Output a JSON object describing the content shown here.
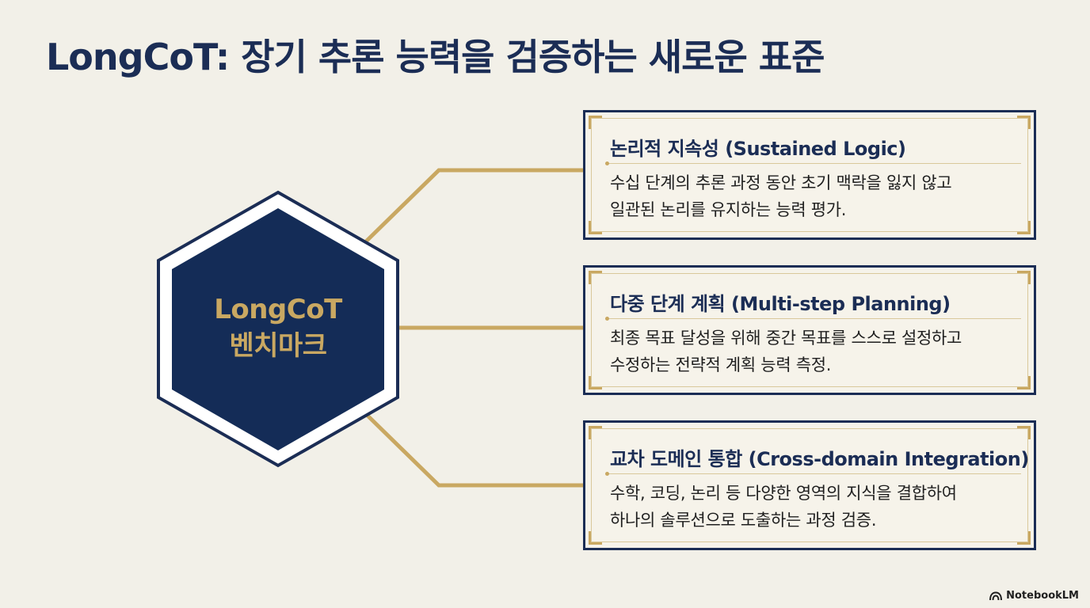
{
  "title": "LongCoT: 장기 추론 능력을 검증하는 새로운 표준",
  "center": {
    "line1": "LongCoT",
    "line2": "벤치마크"
  },
  "cards": [
    {
      "title": "논리적 지속성 (Sustained Logic)",
      "desc_line1": "수십 단계의 추론 과정 동안 초기 맥락을 잃지 않고",
      "desc_line2": "일관된 논리를 유지하는 능력 평가."
    },
    {
      "title": "다중 단계 계획 (Multi-step Planning)",
      "desc_line1": "최종 목표 달성을 위해 중간 목표를 스스로 설정하고",
      "desc_line2": "수정하는 전략적 계획 능력 측정."
    },
    {
      "title": "교차 도메인 통합 (Cross-domain Integration)",
      "desc_line1": "수학, 코딩, 논리 등 다양한 영역의 지식을 결합하여",
      "desc_line2": "하나의 솔루션으로 도출하는 과정 검증."
    }
  ],
  "brand": {
    "label": "NotebookLM",
    "icon": "notebooklm-logo-icon"
  },
  "colors": {
    "navy": "#1b2d55",
    "gold": "#c9a862",
    "background": "#f2f0e8"
  }
}
